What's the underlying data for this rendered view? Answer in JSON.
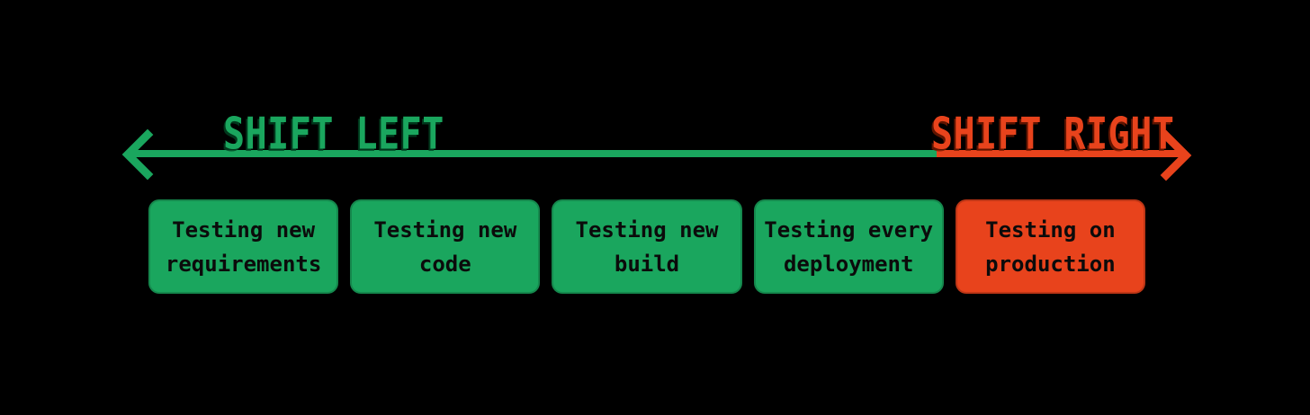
{
  "header": {
    "left_label": "SHIFT LEFT",
    "right_label": "SHIFT RIGHT"
  },
  "arrow": {
    "left_direction": "left",
    "right_direction": "right",
    "green_segment_color": "#1AA65E",
    "red_segment_color": "#E8431C"
  },
  "colors": {
    "green": "#1AA65E",
    "red": "#E8431C",
    "background": "#000000",
    "box_text": "#0B0B0B"
  },
  "stages": [
    {
      "line1": "Testing new",
      "line2": "requirements",
      "variant": "green"
    },
    {
      "line1": "Testing new",
      "line2": "code",
      "variant": "green"
    },
    {
      "line1": "Testing new",
      "line2": "build",
      "variant": "green"
    },
    {
      "line1": "Testing every",
      "line2": "deployment",
      "variant": "green"
    },
    {
      "line1": "Testing on",
      "line2": "production",
      "variant": "red"
    }
  ]
}
